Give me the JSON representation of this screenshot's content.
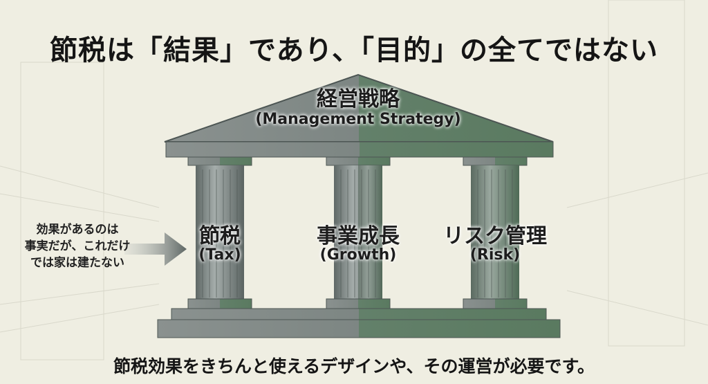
{
  "title": "節税は「結果」であり、「目的」の全てではない",
  "roof": {
    "label_jp": "経営戦略",
    "label_en": "(Management Strategy)"
  },
  "pillars": [
    {
      "label_jp": "節税",
      "label_en": "(Tax)"
    },
    {
      "label_jp": "事業成長",
      "label_en": "(Growth)"
    },
    {
      "label_jp": "リスク管理",
      "label_en": "(Risk)"
    }
  ],
  "note": {
    "lines": [
      "効果があるのは",
      "事実だが、これだけ",
      "では家は建たない"
    ],
    "icon": "arrow-right-icon"
  },
  "footer": "節税効果をきちんと使えるデザインや、その運営が必要です。",
  "colors": {
    "stone_gray": "#7c8583",
    "stone_green": "#5e7b62",
    "background": "#efeee2"
  }
}
